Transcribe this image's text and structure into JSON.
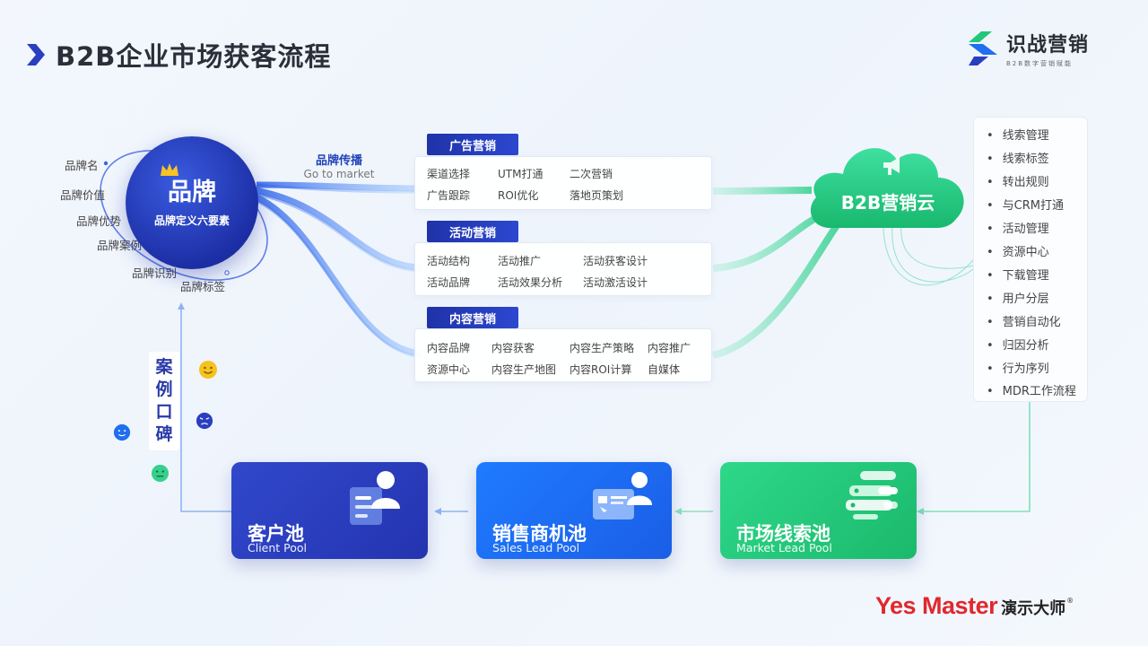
{
  "header": {
    "title": "B2B企业市场获客流程"
  },
  "logo": {
    "name": "识战营销",
    "tagline": "B2B数字营销赋能"
  },
  "brand": {
    "title": "品牌",
    "subtitle": "品牌定义六要素",
    "elements": [
      "品牌名",
      "品牌价值",
      "品牌优势",
      "品牌案例",
      "品牌识别",
      "品牌标签"
    ]
  },
  "brand_spread": {
    "title": "品牌传播",
    "subtitle": "Go to market"
  },
  "channels": [
    {
      "tag": "广告营销",
      "items": [
        "渠道选择",
        "UTM打通",
        "二次营销",
        "广告跟踪",
        "ROI优化",
        "落地页策划"
      ]
    },
    {
      "tag": "活动营销",
      "items": [
        "活动结构",
        "活动推广",
        "活动获客设计",
        "活动品牌",
        "活动效果分析",
        "活动激活设计"
      ]
    },
    {
      "tag": "内容营销",
      "items": [
        "内容品牌",
        "内容获客",
        "内容生产策略",
        "内容推广",
        "资源中心",
        "内容生产地图",
        "内容ROI计算",
        "自媒体"
      ]
    }
  ],
  "cloud": {
    "label": "B2B营销云",
    "icon": "megaphone-icon"
  },
  "features": [
    "线索管理",
    "线索标签",
    "转出规则",
    "与CRM打通",
    "活动管理",
    "资源中心",
    "下载管理",
    "用户分层",
    "营销自动化",
    "归因分析",
    "行为序列",
    "MDR工作流程"
  ],
  "case_label": [
    "案",
    "例",
    "口",
    "碑"
  ],
  "pools": [
    {
      "title": "客户池",
      "subtitle": "Client Pool",
      "color": "#2a3fc0",
      "icon": "client-icon"
    },
    {
      "title": "销售商机池",
      "subtitle": "Sales Lead Pool",
      "color": "#1f6ff0",
      "icon": "presentation-icon"
    },
    {
      "title": "市场线索池",
      "subtitle": "Market Lead Pool",
      "color": "#22c879",
      "icon": "server-icon"
    }
  ],
  "footer": {
    "brand_en": "Yes Master",
    "brand_cn": "演示大师",
    "registered": "®"
  },
  "colors": {
    "primary": "#1f32a8",
    "accent_blue": "#1f6ff0",
    "accent_green": "#22c879"
  }
}
